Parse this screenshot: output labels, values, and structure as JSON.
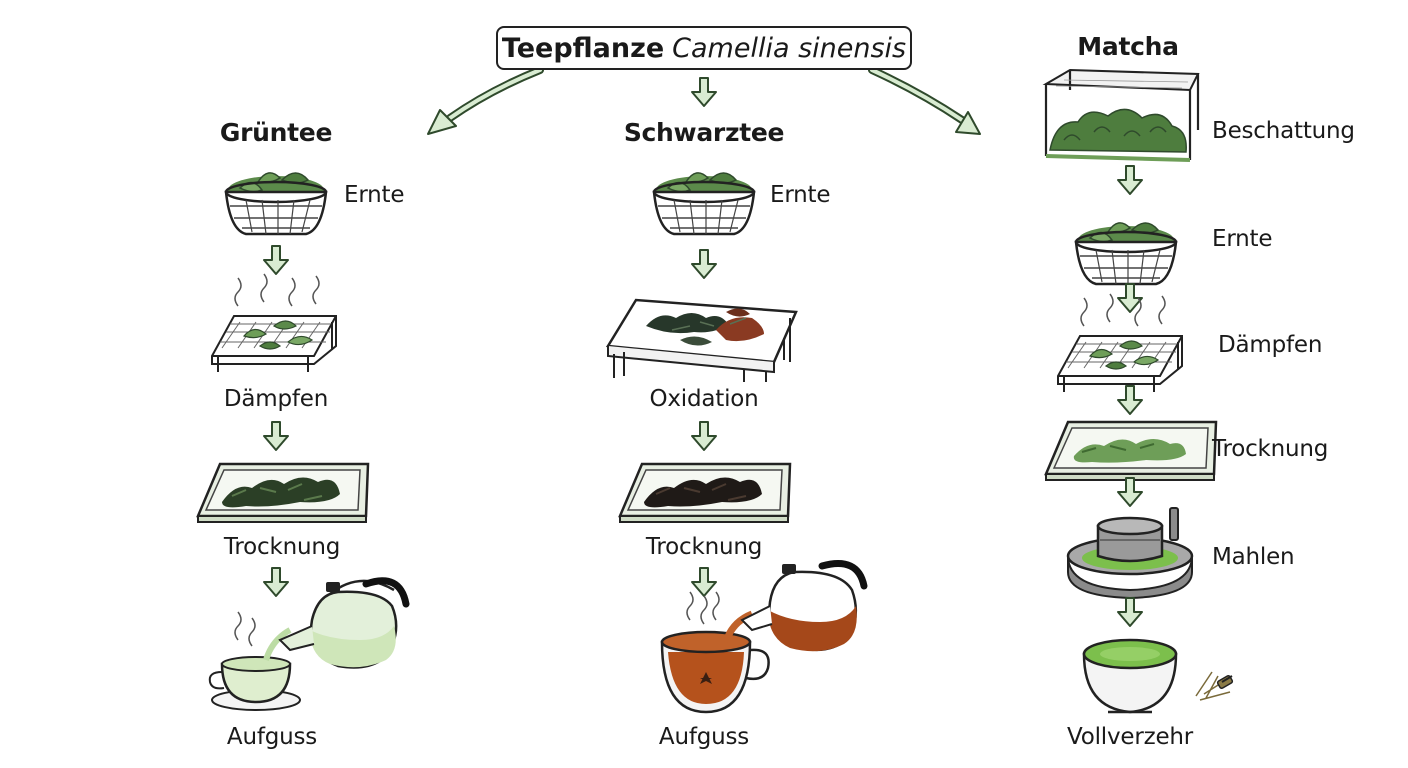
{
  "root": {
    "name": "Teepflanze",
    "species": "Camellia sinensis"
  },
  "columns": [
    {
      "title": "Grüntee",
      "steps": [
        {
          "label": "Ernte",
          "icon": "basket-icon"
        },
        {
          "label": "Dämpfen",
          "icon": "steaming-rack-icon"
        },
        {
          "label": "Trocknung",
          "icon": "drying-tray-icon"
        },
        {
          "label": "Aufguss",
          "icon": "green-tea-pour-icon"
        }
      ]
    },
    {
      "title": "Schwarztee",
      "steps": [
        {
          "label": "Ernte",
          "icon": "basket-icon"
        },
        {
          "label": "Oxidation",
          "icon": "oxidation-table-icon"
        },
        {
          "label": "Trocknung",
          "icon": "drying-tray-icon"
        },
        {
          "label": "Aufguss",
          "icon": "black-tea-pour-icon"
        }
      ]
    },
    {
      "title": "Matcha",
      "steps": [
        {
          "label": "Beschattung",
          "icon": "shade-net-icon"
        },
        {
          "label": "Ernte",
          "icon": "basket-icon"
        },
        {
          "label": "Dämpfen",
          "icon": "steaming-rack-icon"
        },
        {
          "label": "Trocknung",
          "icon": "drying-tray-icon"
        },
        {
          "label": "Mahlen",
          "icon": "stone-mill-icon"
        },
        {
          "label": "Vollverzehr",
          "icon": "matcha-bowl-icon"
        }
      ]
    }
  ],
  "colors": {
    "arrow_fill": "#d9ecd2",
    "arrow_stroke": "#2f4a2c",
    "green_leaf": "#5b8a4a",
    "dark_leaf": "#2f4a2c",
    "oxidized_leaf": "#8a3a22",
    "green_tea": "#cfe6b9",
    "black_tea": "#b5521c",
    "matcha": "#7cbf4c"
  }
}
